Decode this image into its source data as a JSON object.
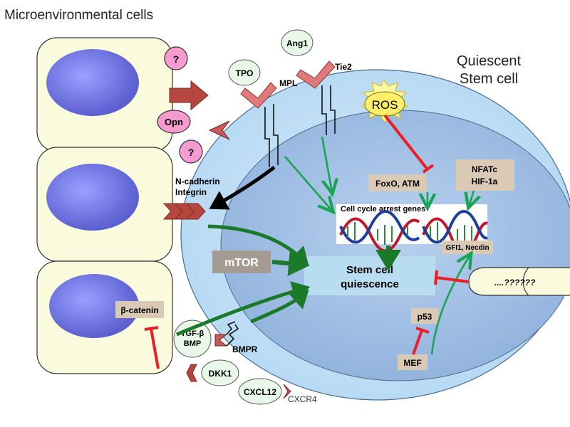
{
  "title": "Microenvironmental cells",
  "cell_title_line1": "Quiescent",
  "cell_title_line2": "Stem cell",
  "ligands": {
    "q1": "?",
    "opn": "Opn",
    "q2": "?",
    "tpo": "TPO",
    "ang1": "Ang1",
    "tgfb_line1": "TGF-β",
    "tgfb_line2": "BMP",
    "dkk1": "DKK1",
    "cxcl12": "CXCL12"
  },
  "receptors": {
    "mpl": "MPL",
    "tie2": "Tie2",
    "ncadherin": "N-cadherin",
    "integrin": "Integrin",
    "bmpr": "BMPR",
    "cxcr4": "CXCR4"
  },
  "nodes": {
    "ros": "ROS",
    "foxo": "FoxO, ATM",
    "nfatc": "NFATc",
    "hif": "HIF-1a",
    "cell_cycle": "Cell cycle arrest genes",
    "gfi": "GFI1, Necdin",
    "mtor": "mTOR",
    "quiescence_line1": "Stem cell",
    "quiescence_line2": "quiescence",
    "p53": "p53",
    "mef": "MEF",
    "beta_catenin": "β-catenin",
    "unknown": "....??????"
  },
  "colors": {
    "niche_cell": "#fafadc",
    "nucleus": "#7b7ee6",
    "stem_cell": "#cfe6f7",
    "stem_nucleus": "#a9c8e8",
    "ligand_pink": "#f59bcf",
    "ligand_green": "#e9f8e8",
    "receptor": "#e07a7a",
    "inhibit": "#ee1c24",
    "activate_green": "#1aa353",
    "node_box": "#d9c9b5"
  }
}
